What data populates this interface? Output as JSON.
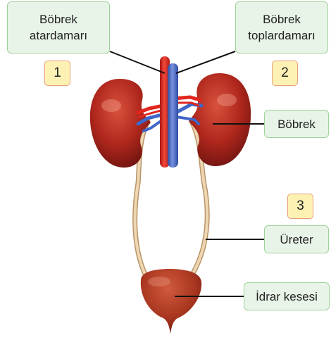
{
  "labels": {
    "renal_artery": "Böbrek\natardamarı",
    "renal_vein": "Böbrek\ntoplardamarı",
    "kidney": "Böbrek",
    "ureter": "Üreter",
    "bladder": "İdrar kesesi"
  },
  "numbers": {
    "n1": "1",
    "n2": "2",
    "n3": "3"
  },
  "colors": {
    "label_fill": "#e8f4e8",
    "label_border": "#9fd29a",
    "number_fill": "#fdf2b4",
    "number_border": "#e8a07a",
    "kidney": "#b0271d",
    "artery": "#e0261e",
    "vein": "#3f66c8",
    "ureter": "#e6cba2",
    "bladder": "#a8351f"
  }
}
